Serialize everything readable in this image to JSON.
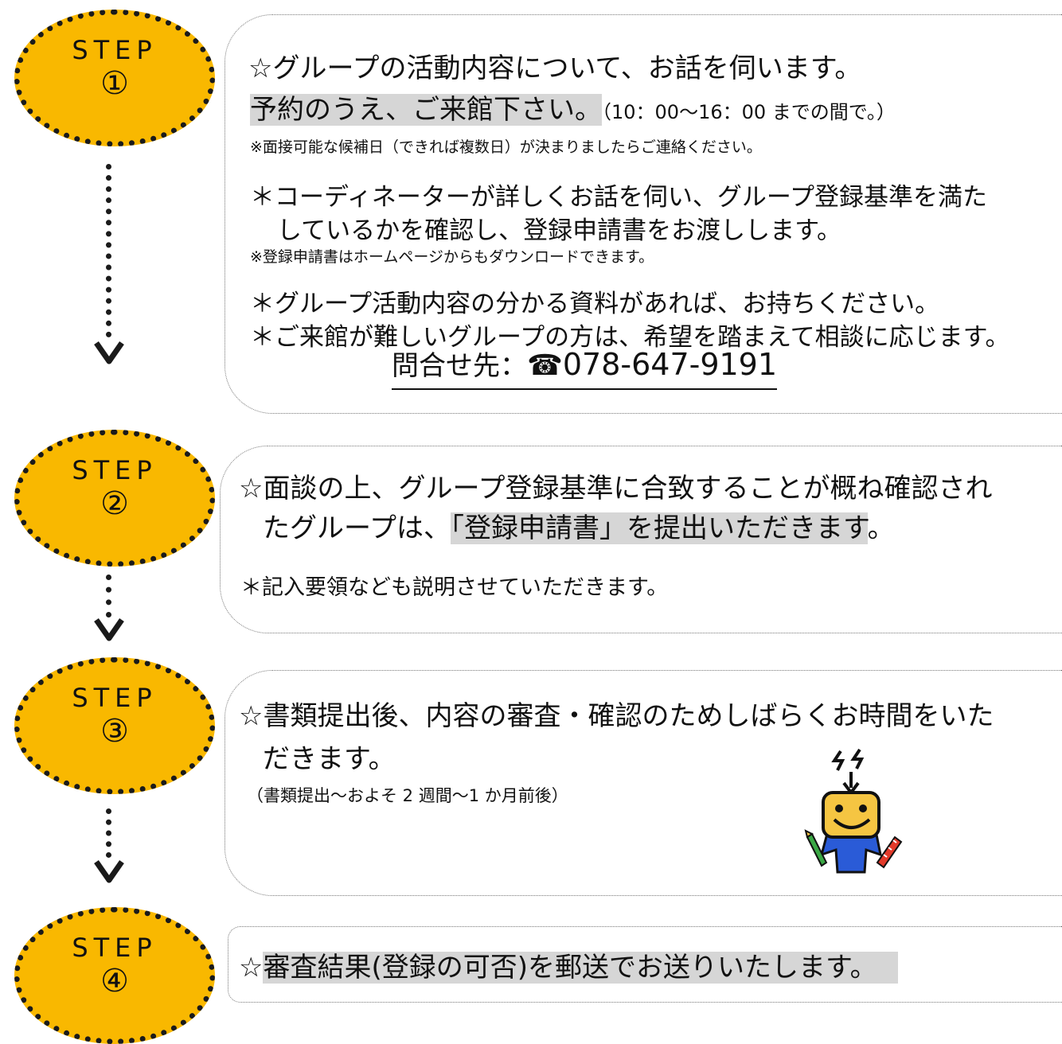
{
  "steps": [
    {
      "label": "STEP",
      "number": "①"
    },
    {
      "label": "STEP",
      "number": "②"
    },
    {
      "label": "STEP",
      "number": "③"
    },
    {
      "label": "STEP",
      "number": "④"
    }
  ],
  "step1": {
    "line1": "☆グループの活動内容について、お話を伺います。",
    "line2_highlight": "予約のうえ、ご来館下さい。",
    "line2_rest": "（10：00～16：00 までの間で。）",
    "note1": "※面接可能な候補日（できれば複数日）が決まりましたらご連絡ください。",
    "bullet1_line1": "＊コーディネーターが詳しくお話を伺い、グループ登録基準を満た",
    "bullet1_line2": "しているかを確認し、登録申請書をお渡しします。",
    "note2": "※登録申請書はホームページからもダウンロードできます。",
    "bullet2": "＊グループ活動内容の分かる資料があれば、お持ちください。",
    "bullet3": "＊ご来館が難しいグループの方は、希望を踏まえて相談に応じます。",
    "contact_label": "問合せ先：",
    "phone_icon": "☎",
    "phone_number": "078-647-9191"
  },
  "step2": {
    "line1": "☆面談の上、グループ登録基準に合致することが概ね確認され",
    "line2_pre": "たグループは、",
    "line2_highlight": "「登録申請書」を提出いただきます",
    "line2_post": "。",
    "bullet": "＊記入要領なども説明させていただきます。"
  },
  "step3": {
    "line1": "☆書類提出後、内容の審査・確認のためしばらくお時間をいた",
    "line2": "だきます。",
    "note": "（書類提出～およそ 2 週間～1 か月前後）"
  },
  "step4": {
    "star": "☆",
    "line1_highlight": "審査結果(登録の可否)を郵送でお送りいたします。"
  },
  "colors": {
    "oval": "#f9b800",
    "highlight": "#d6d6d6",
    "mascot_face": "#f5c542",
    "mascot_body": "#2a5bd7"
  }
}
